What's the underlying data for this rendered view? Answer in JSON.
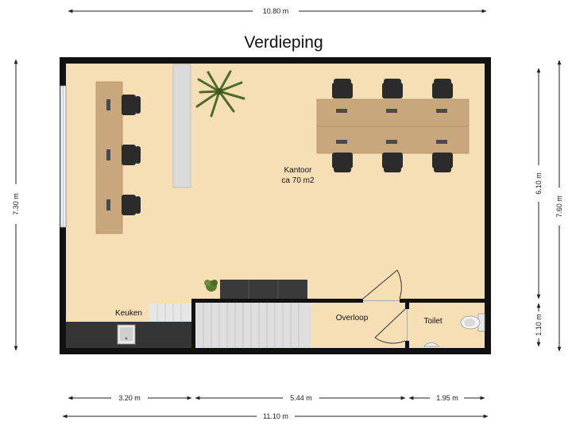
{
  "title": "Verdieping",
  "dimensions": {
    "top": "10.80 m",
    "left": "7.30 m",
    "right_inner": "6.10 m",
    "right_lower": "1.10 m",
    "right_outer": "7.60 m",
    "bottom_1": "3.20 m",
    "bottom_2": "5.44 m",
    "bottom_3": "1.95 m",
    "bottom_total": "11.10 m"
  },
  "rooms": {
    "kantoor": "Kantoor",
    "kantoor_area": "ca 70 m2",
    "keuken": "Keuken",
    "overloop": "Overloop",
    "toilet": "Toilet"
  },
  "colors": {
    "floor": "#f7dfb5",
    "wall": "#111111",
    "desk": "#c9a77c",
    "chair": "#2b2b2b",
    "counter": "#3a3a3a",
    "stairs": "#dcdcdc",
    "plant": "#4f6b2a"
  }
}
